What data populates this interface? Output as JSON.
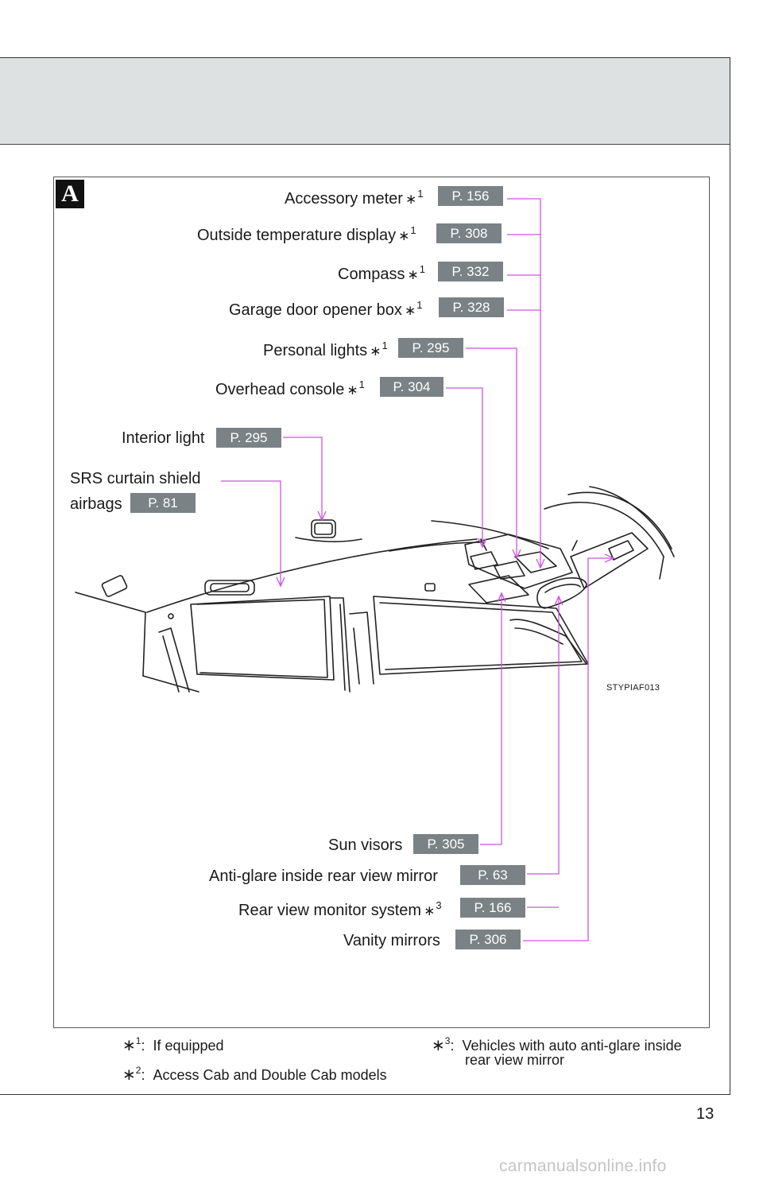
{
  "section": {
    "badge": "A"
  },
  "labels": {
    "accessory_meter": {
      "text": "Accessory meter",
      "mark": "1",
      "ref": "P. 156"
    },
    "outside_temp": {
      "text": "Outside temperature display",
      "mark": "1",
      "ref": "P. 308"
    },
    "compass": {
      "text": "Compass",
      "mark": "1",
      "ref": "P. 332"
    },
    "garage_door": {
      "text": "Garage door opener box",
      "mark": "1",
      "ref": "P. 328"
    },
    "personal_lights": {
      "text": "Personal lights",
      "mark": "1",
      "ref": "P. 295"
    },
    "overhead_console": {
      "text": "Overhead console",
      "mark": "1",
      "ref": "P. 304"
    },
    "interior_light": {
      "text": "Interior light",
      "ref": "P. 295"
    },
    "srs_curtain": {
      "text_line1": "SRS curtain shield",
      "text_line2": "airbags",
      "ref": "P. 81"
    },
    "sun_visors": {
      "text": "Sun visors",
      "ref": "P. 305"
    },
    "anti_glare_mirror": {
      "text": "Anti-glare inside rear view mirror",
      "ref": "P. 63"
    },
    "rear_view_monitor": {
      "text": "Rear view monitor system",
      "mark": "3",
      "ref": "P. 166"
    },
    "vanity_mirrors": {
      "text": "Vanity mirrors",
      "ref": "P. 306"
    }
  },
  "figure_code": "STYPIAF013",
  "footnotes": {
    "n1": {
      "mark": "1",
      "text": "If equipped"
    },
    "n2": {
      "mark": "2",
      "text": "Access Cab and Double Cab models"
    },
    "n3": {
      "mark": "3",
      "text_line1": "Vehicles with auto anti-glare inside",
      "text_line2": "rear view mirror"
    }
  },
  "page_number": "13",
  "watermark": "carmanualsonline.info",
  "colors": {
    "leader_line": "#cc55dd",
    "ref_badge": "#7a8286",
    "header_band": "#dde1e1"
  }
}
